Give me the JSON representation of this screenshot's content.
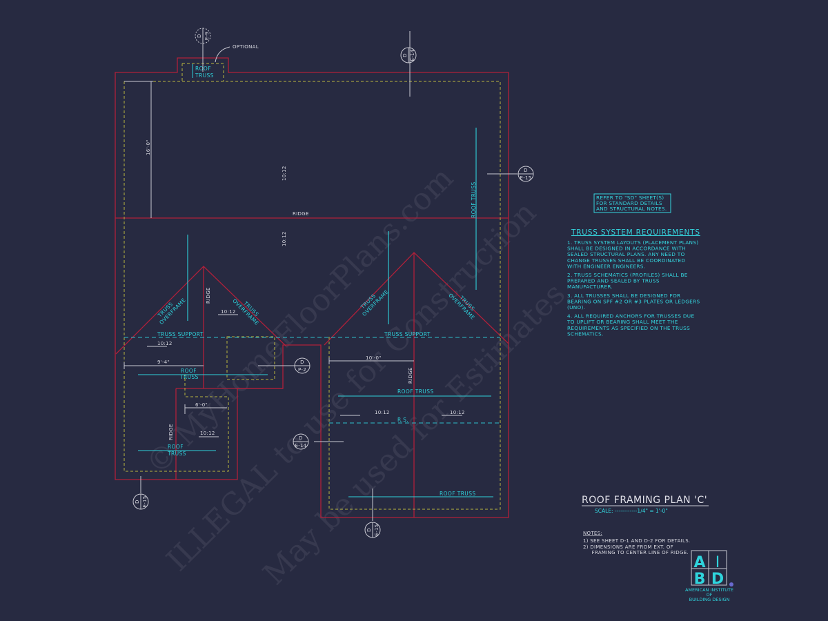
{
  "colors": {
    "background": "#272a41",
    "outline": "#b0203a",
    "wall": "#b8b640",
    "annotation": "#2fd3dc",
    "dimension": "#d8d8e0"
  },
  "title": {
    "name": "ROOF FRAMING PLAN 'C'",
    "scale": "SCALE: ------------1/4\" = 1'-0\""
  },
  "refer_box": [
    "REFER TO \"SD\" SHEET(S)",
    "FOR STANDARD DETAILS",
    "AND STRUCTURAL NOTES."
  ],
  "requirements": {
    "heading": "TRUSS SYSTEM REQUIREMENTS",
    "lines": [
      "1. TRUSS SYSTEM LAYOUTS (PLACEMENT PLANS)",
      "SHALL BE DESIGNED IN ACCORDANCE WITH",
      "SEALED STRUCTURAL PLANS. ANY NEED TO",
      "CHANGE TRUSSES SHALL BE COORDINATED",
      "WITH ENGINEER ENGINEERS.",
      "2. TRUSS SCHEMATICS (PROFILES) SHALL BE",
      "PREPARED AND SEALED BY TRUSS",
      "MANUFACTURER.",
      "3. ALL TRUSSES SHALL BE DESIGNED FOR",
      "BEARING ON SPF #2 OR #3 PLATES OR LEDGERS",
      "(UNO).",
      "4. ALL REQUIRED ANCHORS FOR TRUSSES DUE",
      "TO UPLIFT OR BEARING SHALL MEET THE",
      "REQUIREMENTS AS SPECIFIED ON THE TRUSS",
      "SCHEMATICS."
    ]
  },
  "notes": {
    "heading": "NOTES:",
    "lines": [
      "1)  SEE SHEET D-1 AND D-2 FOR DETAILS.",
      "2)  DIMENSIONS ARE FROM EXT. OF",
      "     FRAMING TO CENTER LINE OF RIDGE."
    ]
  },
  "logo": {
    "letters": [
      "A",
      "I",
      "B",
      "D"
    ],
    "caption": [
      "AMERICAN INSTITUTE",
      "OF",
      "BUILDING DESIGN"
    ]
  },
  "plan_labels": {
    "optional": "OPTIONAL",
    "roof": "ROOF",
    "truss": "TRUSS",
    "ridge": "RIDGE",
    "roof_truss": "ROOF TRUSS",
    "truss_support": "TRUSS SUPPORT",
    "overframe_1": "TRUSS",
    "overframe_2": "OVERFRAME",
    "rs": "R.S.",
    "pitch": "10:12",
    "dim_16": "16'-0\"",
    "dim_9": "9'-4\"",
    "dim_6": "6'-0\"",
    "dim_10": "10'-0\""
  },
  "callouts": [
    {
      "top": "D",
      "bottom": "E-9"
    },
    {
      "top": "D",
      "bottom": "E-14"
    },
    {
      "top": "D",
      "bottom": "E-15"
    },
    {
      "top": "D",
      "bottom": "P-2"
    },
    {
      "top": "D",
      "bottom": "E-14"
    },
    {
      "top": "D",
      "bottom": "E-15"
    },
    {
      "top": "D",
      "bottom": "E-15"
    }
  ],
  "watermarks": [
    "© MyHomeFloorPlans.com",
    "ILLEGAL to use for Construction",
    "May be used for Estimates"
  ]
}
